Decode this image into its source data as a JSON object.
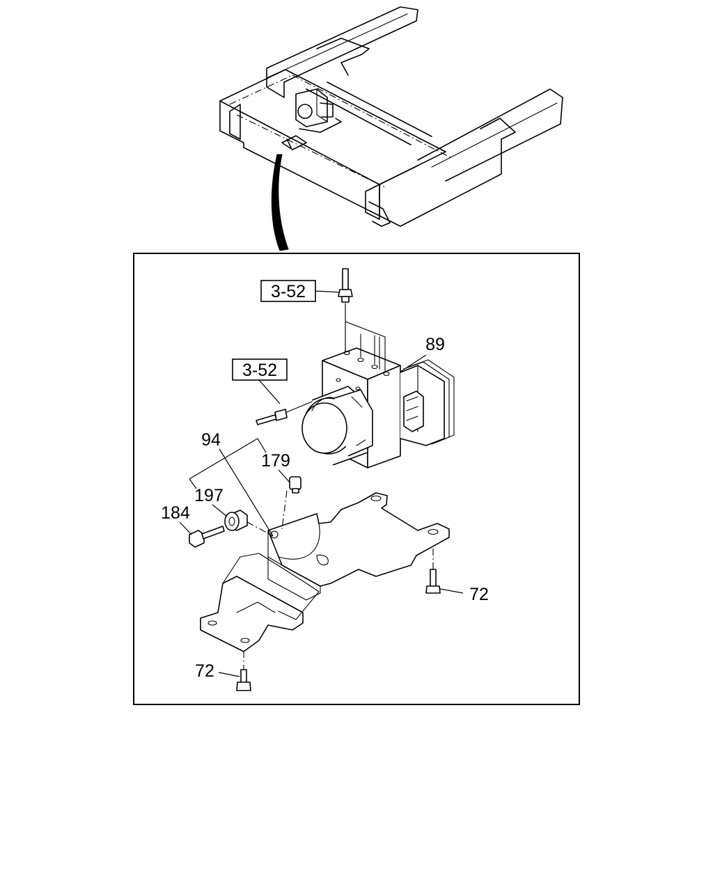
{
  "diagram": {
    "callouts": {
      "ref_upper": "3-52",
      "ref_lower": "3-52",
      "hydraulic_unit": "89",
      "bracket": "94",
      "bolt_179": "179",
      "bushing_197": "197",
      "bolt_184": "184",
      "screw_72_right": "72",
      "screw_72_bottom": "72"
    }
  }
}
